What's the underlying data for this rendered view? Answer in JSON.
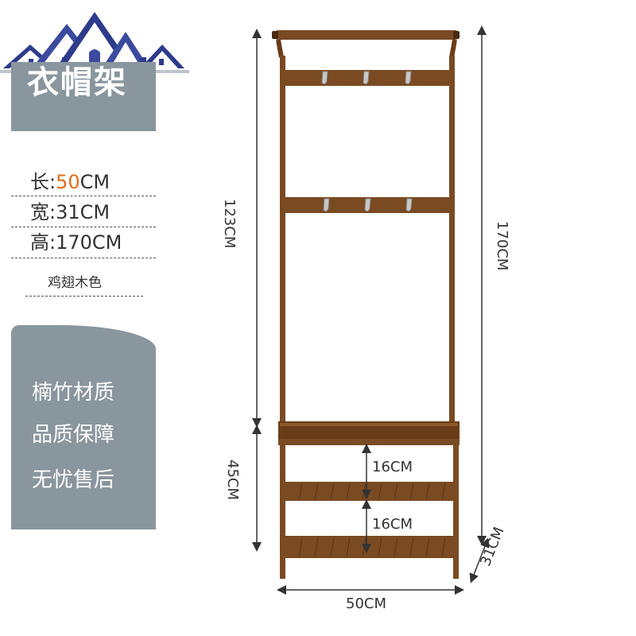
{
  "title": "衣帽架",
  "specs": {
    "length_prefix": "长:",
    "length_value": "50",
    "length_unit": "CM",
    "width": "宽:31CM",
    "height": "高:170CM"
  },
  "color_name": "鸡翅木色",
  "features": [
    "楠竹材质",
    "品质保障",
    "无忧售后"
  ],
  "dimensions": {
    "upper_height": "123CM",
    "lower_height": "45CM",
    "total_height": "170CM",
    "shelf_gap_1": "16CM",
    "shelf_gap_2": "16CM",
    "width": "50CM",
    "depth": "31CM"
  },
  "colors": {
    "panel_gray": "#8a969e",
    "accent_orange": "#e06c1c",
    "wood_brown": "#7a4a22",
    "logo_navy": "#2e3b8c"
  }
}
